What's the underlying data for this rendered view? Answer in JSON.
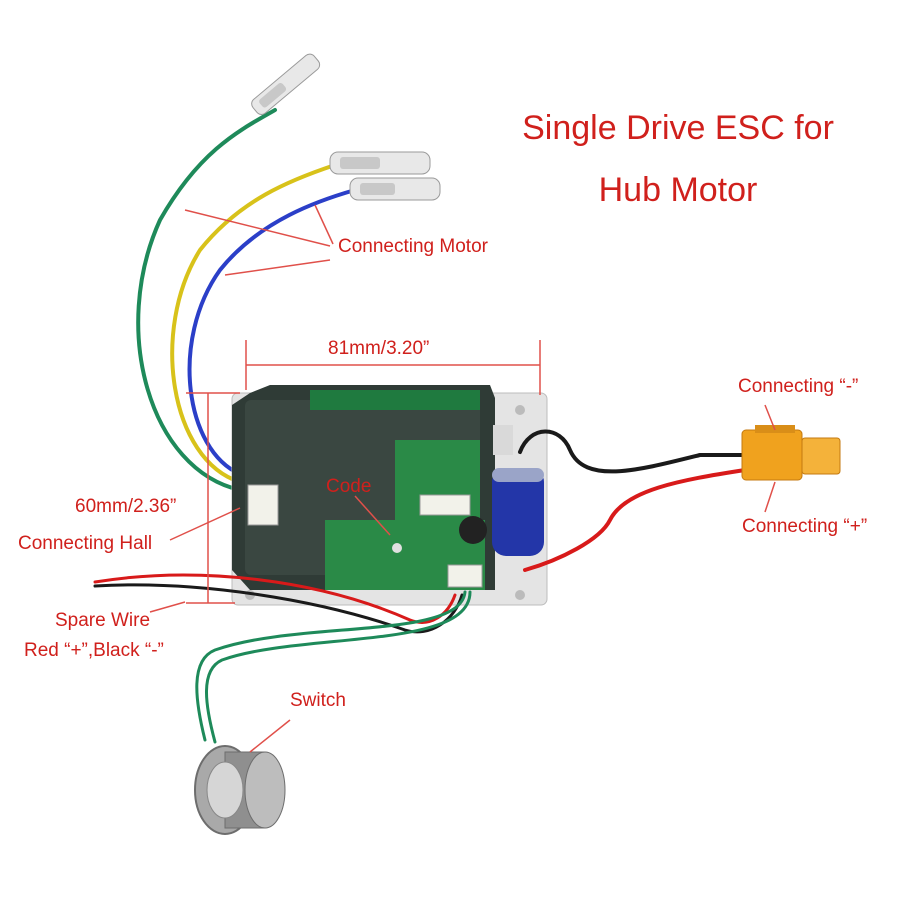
{
  "title": {
    "line1": "Single Drive ESC for",
    "line2": "Hub Motor"
  },
  "labels": {
    "connecting_motor": "Connecting Motor",
    "width_dimension": "81mm/3.20”",
    "height_dimension": "60mm/2.36”",
    "connecting_hall": "Connecting Hall",
    "code": "Code",
    "connecting_negative": "Connecting “-”",
    "connecting_positive": "Connecting “+”",
    "spare_wire_line1": "Spare Wire",
    "spare_wire_line2": "Red “+”,Black “-”",
    "switch": "Switch"
  },
  "colors": {
    "annotation": "#d0201c",
    "pcb": "#2e3a35",
    "wire_green": "#1e8a5a",
    "wire_yellow": "#d8c21a",
    "wire_blue": "#2b3fc8",
    "connector_orange": "#f0a21e"
  }
}
